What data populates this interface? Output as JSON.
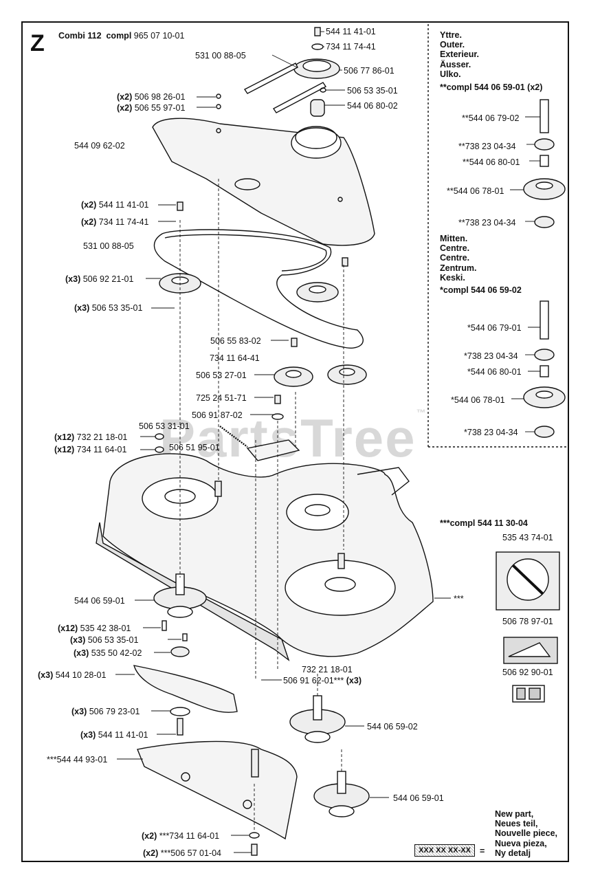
{
  "header": {
    "section_letter": "Z",
    "model": "Combi 112",
    "compl_label": "compl",
    "compl_number": "965 07 10-01"
  },
  "watermark": {
    "text": "PartsTree",
    "trademark": "™"
  },
  "right_panel": {
    "outer_names": [
      "Yttre.",
      "Outer.",
      "Exterieur.",
      "Äusser.",
      "Ulko."
    ],
    "outer_compl": "**compl 544 06 59-01 (x2)",
    "outer_parts": [
      "**544 06 79-02",
      "**738 23 04-34",
      "**544 06 80-01",
      "**544 06 78-01",
      "**738 23 04-34"
    ],
    "center_names": [
      "Mitten.",
      "Centre.",
      "Centre.",
      "Zentrum.",
      "Keski."
    ],
    "center_compl": "*compl 544 06 59-02",
    "center_parts": [
      "*544 06 79-01",
      "*738 23 04-34",
      "*544 06 80-01",
      "*544 06 78-01",
      "*738 23 04-34"
    ],
    "kit_compl": "***compl 544 11 30-04",
    "kit_part": "535 43 74-01",
    "decal_1": "506 78 97-01",
    "decal_2": "506 92 90-01"
  },
  "labels": {
    "l01": "544 11 41-01",
    "l02": "734 11 74-41",
    "l03": "531 00 88-05",
    "l04": "506 77 86-01",
    "l05": "506 53 35-01",
    "l06": "544 06 80-02",
    "l07q": "(x2)",
    "l07": "506 98 26-01",
    "l08q": "(x2)",
    "l08": "506 55 97-01",
    "l09": "544 09 62-02",
    "l10q": "(x2)",
    "l10": "544 11 41-01",
    "l11q": "(x2)",
    "l11": "734 11 74-41",
    "l12": "531 00 88-05",
    "l13q": "(x3)",
    "l13": "506 92 21-01",
    "l14q": "(x3)",
    "l14": "506 53 35-01",
    "l15": "506 55 83-02",
    "l16": "734 11 64-41",
    "l17": "506 53 27-01",
    "l18": "725 24 51-71",
    "l19": "506 91 87-02",
    "l20": "506 53 31-01",
    "l21q": "(x12)",
    "l21": "732 21 18-01",
    "l22q": "(x12)",
    "l22": "734 11 64-01",
    "l23": "506 51 95-01",
    "l24": "544 06 59-01",
    "l25q": "(x12)",
    "l25": "535 42 38-01",
    "l26q": "(x3)",
    "l26": "506 53 35-01",
    "l27q": "(x3)",
    "l27": "535 50 42-02",
    "l28q": "(x3)",
    "l28": "544 10 28-01",
    "l29q": "(x3)",
    "l29": "506 79 23-01",
    "l30q": "(x3)",
    "l30": "544 11 41-01",
    "l31": "***544 44 93-01",
    "l32": "732 21 18-01",
    "l33": "506 91 62-01***",
    "l33q": "(x3)",
    "l34": "544 06 59-02",
    "l35": "544 06 59-01",
    "l36q": "(x2)",
    "l36": "***734 11 64-01",
    "l37q": "(x2)",
    "l37": "***506 57 01-04",
    "l38": "***"
  },
  "new_part_legend": {
    "lines": [
      "New part,",
      "Neues teil,",
      "Nouvelle piece,",
      "Nueva pieza,",
      "Ny detalj"
    ],
    "box_text": "XXX XX XX-XX",
    "equals": "="
  }
}
